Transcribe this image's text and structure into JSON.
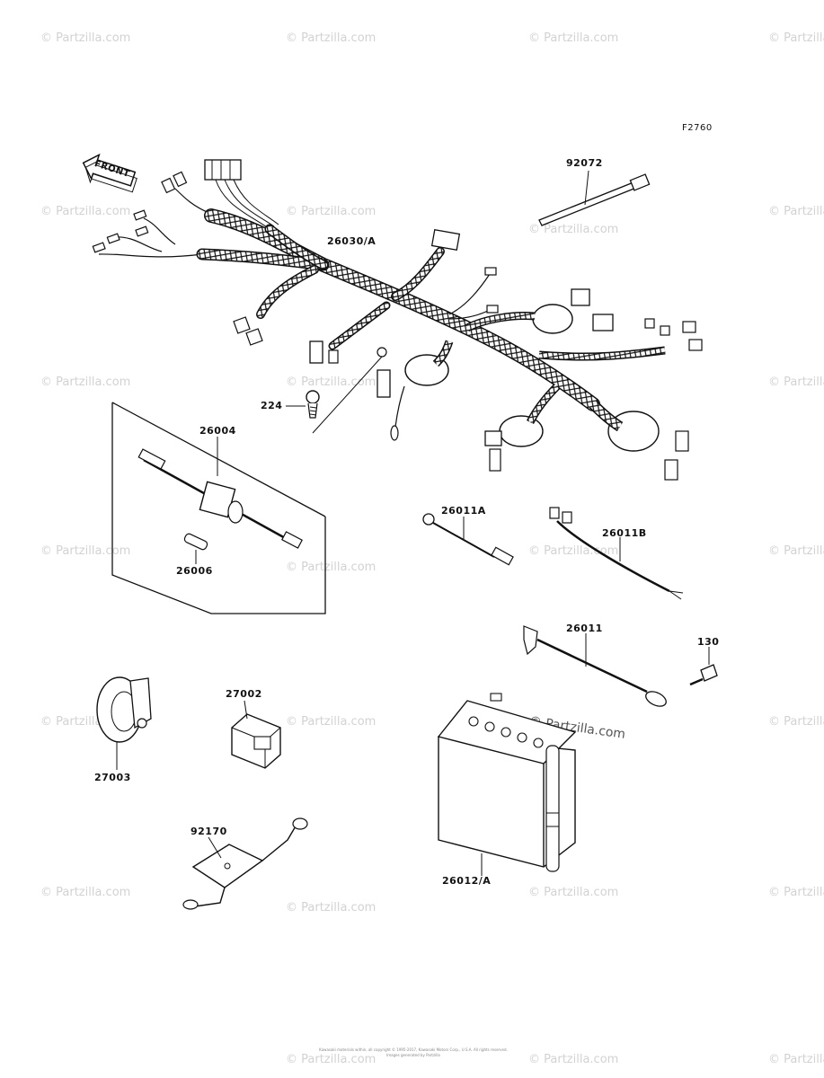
{
  "figure_code": "F2760",
  "front_label": "FRONT",
  "parts": {
    "p92072": "92072",
    "p26030A": "26030/A",
    "p224": "224",
    "p26004": "26004",
    "p26006": "26006",
    "p26011A": "26011A",
    "p26011B": "26011B",
    "p26011": "26011",
    "p130": "130",
    "p27002": "27002",
    "p27003": "27003",
    "p92170": "92170",
    "p26012A": "26012/A"
  },
  "watermark": "© Partzilla.com",
  "footer": {
    "line1": "Kawasaki materials within, all copyright © 1995-2017, Kawasaki Motors Corp., U.S.A. All rights reserved.",
    "line2": "Images generated by Partzilla"
  },
  "colors": {
    "ink": "#111111",
    "watermark": "#d2d2d2"
  }
}
